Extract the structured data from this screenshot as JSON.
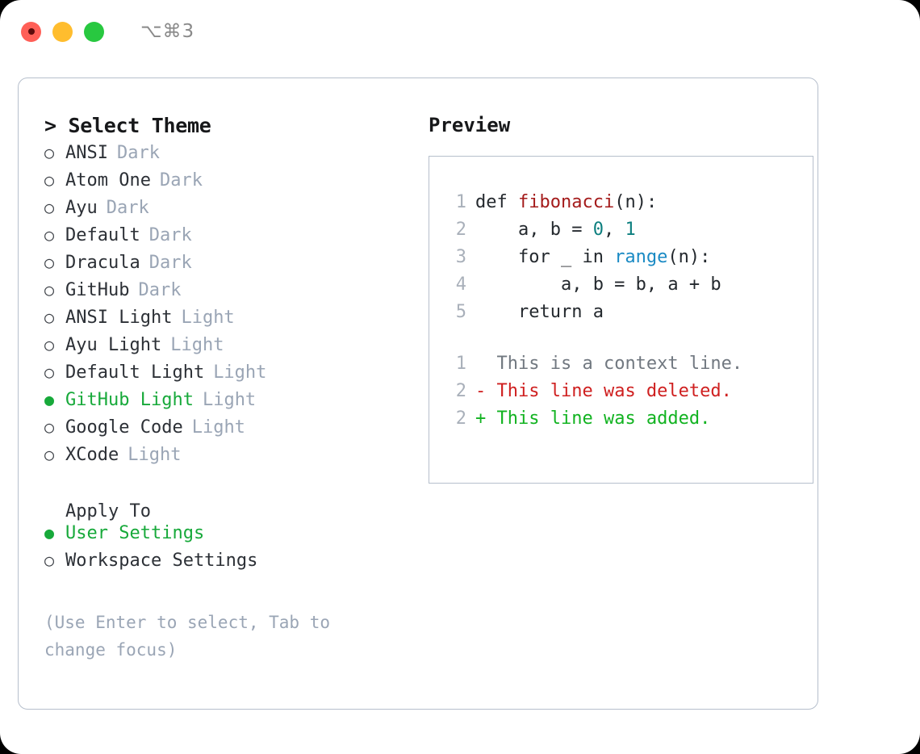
{
  "titlebar": {
    "shortcut": "⌥⌘3",
    "lights": [
      "red-light",
      "yellow-light",
      "green-light"
    ]
  },
  "theme_picker": {
    "heading": "> Select Theme",
    "items": [
      {
        "bullet": "○",
        "name": "ANSI",
        "variant": "Dark",
        "selected": false
      },
      {
        "bullet": "○",
        "name": "Atom One",
        "variant": "Dark",
        "selected": false
      },
      {
        "bullet": "○",
        "name": "Ayu",
        "variant": "Dark",
        "selected": false
      },
      {
        "bullet": "○",
        "name": "Default",
        "variant": "Dark",
        "selected": false
      },
      {
        "bullet": "○",
        "name": "Dracula",
        "variant": "Dark",
        "selected": false
      },
      {
        "bullet": "○",
        "name": "GitHub",
        "variant": "Dark",
        "selected": false
      },
      {
        "bullet": "○",
        "name": "ANSI Light",
        "variant": "Light",
        "selected": false
      },
      {
        "bullet": "○",
        "name": "Ayu Light",
        "variant": "Light",
        "selected": false
      },
      {
        "bullet": "○",
        "name": "Default Light",
        "variant": "Light",
        "selected": false
      },
      {
        "bullet": "●",
        "name": "GitHub Light",
        "variant": "Light",
        "selected": true
      },
      {
        "bullet": "○",
        "name": "Google Code",
        "variant": "Light",
        "selected": false
      },
      {
        "bullet": "○",
        "name": "XCode",
        "variant": "Light",
        "selected": false
      }
    ]
  },
  "apply_to": {
    "heading": "Apply To",
    "items": [
      {
        "bullet": "●",
        "name": "User Settings",
        "selected": true
      },
      {
        "bullet": "○",
        "name": "Workspace Settings",
        "selected": false
      }
    ]
  },
  "hint": "(Use Enter to select, Tab to change focus)",
  "preview": {
    "title": "Preview",
    "code": [
      {
        "lineno": "1",
        "segments": [
          {
            "t": "def ",
            "c": "plain"
          },
          {
            "t": "fibonacci",
            "c": "fn"
          },
          {
            "t": "(n):",
            "c": "plain"
          }
        ]
      },
      {
        "lineno": "2",
        "segments": [
          {
            "t": "    a, b = ",
            "c": "plain"
          },
          {
            "t": "0",
            "c": "num"
          },
          {
            "t": ", ",
            "c": "plain"
          },
          {
            "t": "1",
            "c": "num"
          }
        ]
      },
      {
        "lineno": "3",
        "segments": [
          {
            "t": "    for _ in ",
            "c": "plain"
          },
          {
            "t": "range",
            "c": "call"
          },
          {
            "t": "(n):",
            "c": "plain"
          }
        ]
      },
      {
        "lineno": "4",
        "segments": [
          {
            "t": "        a, b = b, a + b",
            "c": "plain"
          }
        ]
      },
      {
        "lineno": "5",
        "segments": [
          {
            "t": "    return a",
            "c": "plain"
          }
        ]
      }
    ],
    "diff": [
      {
        "lineno": "1",
        "marker": "  ",
        "text": "This is a context line.",
        "kind": "ctx"
      },
      {
        "lineno": "2",
        "marker": "- ",
        "text": "This line was deleted.",
        "kind": "del"
      },
      {
        "lineno": "2",
        "marker": "+ ",
        "text": "This line was added.",
        "kind": "add"
      }
    ]
  },
  "colors": {
    "accent_green": "#17a93a",
    "diff_add": "#12b321",
    "diff_del": "#cf2020",
    "variant_tag": "#9aa5b5",
    "border": "#b6bfcc",
    "fn_name": "#a41b1b",
    "builtin": "#1a8ac4",
    "number": "#0d7f7f"
  }
}
